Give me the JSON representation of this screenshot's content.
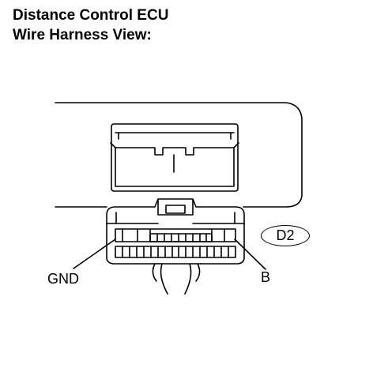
{
  "title": {
    "line1": "Distance Control ECU",
    "line2": "Wire Harness View:"
  },
  "connector": {
    "code": "D2",
    "pin_labels": {
      "left": "GND",
      "right": "B"
    }
  }
}
